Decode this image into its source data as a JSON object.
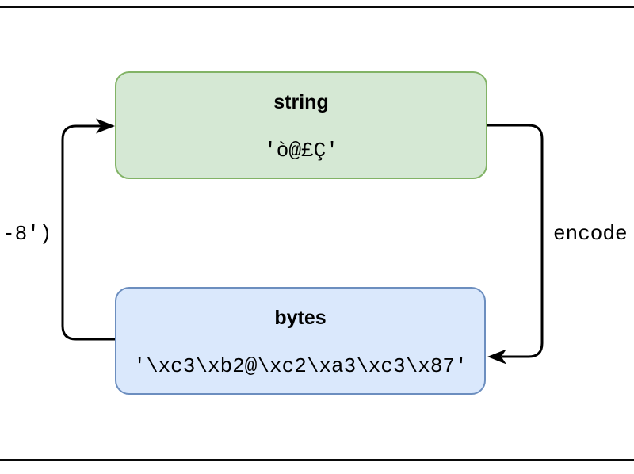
{
  "diagram": {
    "nodes": [
      {
        "title": "string",
        "value": "'ò@£Ç'",
        "fill": "#d5e8d4",
        "stroke": "#82b366"
      },
      {
        "title": "bytes",
        "value": "'\\xc3\\xb2@\\xc2\\xa3\\xc3\\x87'",
        "fill": "#dae8fc",
        "stroke": "#6c8ebf"
      }
    ],
    "edge_labels": {
      "encode": "encode",
      "decode_clipped": "-8')"
    },
    "arrow_color": "#000000",
    "border_line_color": "#0a0a0a"
  }
}
